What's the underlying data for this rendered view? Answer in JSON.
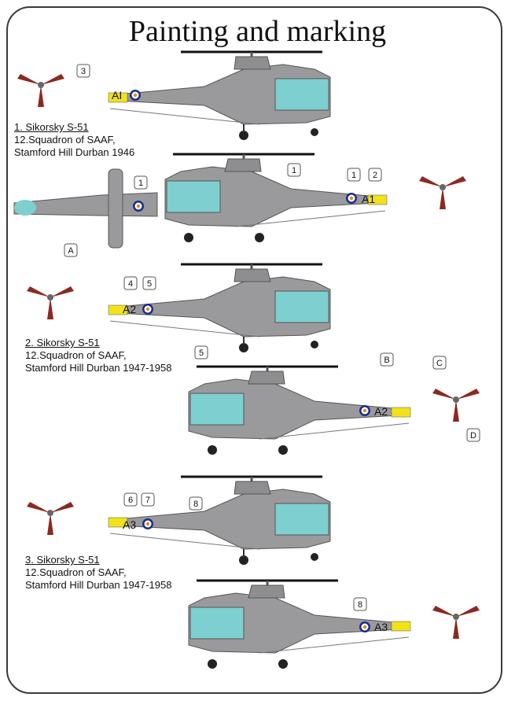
{
  "title": "Painting and marking",
  "captions": [
    {
      "name": "1. Sikorsky S-51",
      "unit": "12.Squadron of SAAF,",
      "location": "Stamford Hill Durban 1946"
    },
    {
      "name": "2. Sikorsky S-51",
      "unit": "12.Squadron of SAAF,",
      "location": "Stamford Hill Durban 1947-1958"
    },
    {
      "name": "3. Sikorsky S-51",
      "unit": "12.Squadron of SAAF,",
      "location": "Stamford Hill Durban 1947-1958"
    }
  ],
  "codes": [
    "AI",
    "A1",
    "A2",
    "A2",
    "A3",
    "A3"
  ],
  "callouts": {
    "c3": "3",
    "c1a": "1",
    "c1b": "1",
    "c1c": "1",
    "c2": "2",
    "cA": "A",
    "c4": "4",
    "c5a": "5",
    "c5b": "5",
    "cB": "B",
    "cC": "C",
    "cD": "D",
    "c6": "6",
    "c7": "7",
    "c8a": "8",
    "c8b": "8"
  },
  "colors": {
    "fuselage": "#9a9a9c",
    "glass": "#7ecfcf",
    "rotor": "#8a2a22",
    "yellow": "#f2e21a",
    "roundel_blue": "#1a2e8a",
    "roundel_orange": "#e08a1a"
  }
}
